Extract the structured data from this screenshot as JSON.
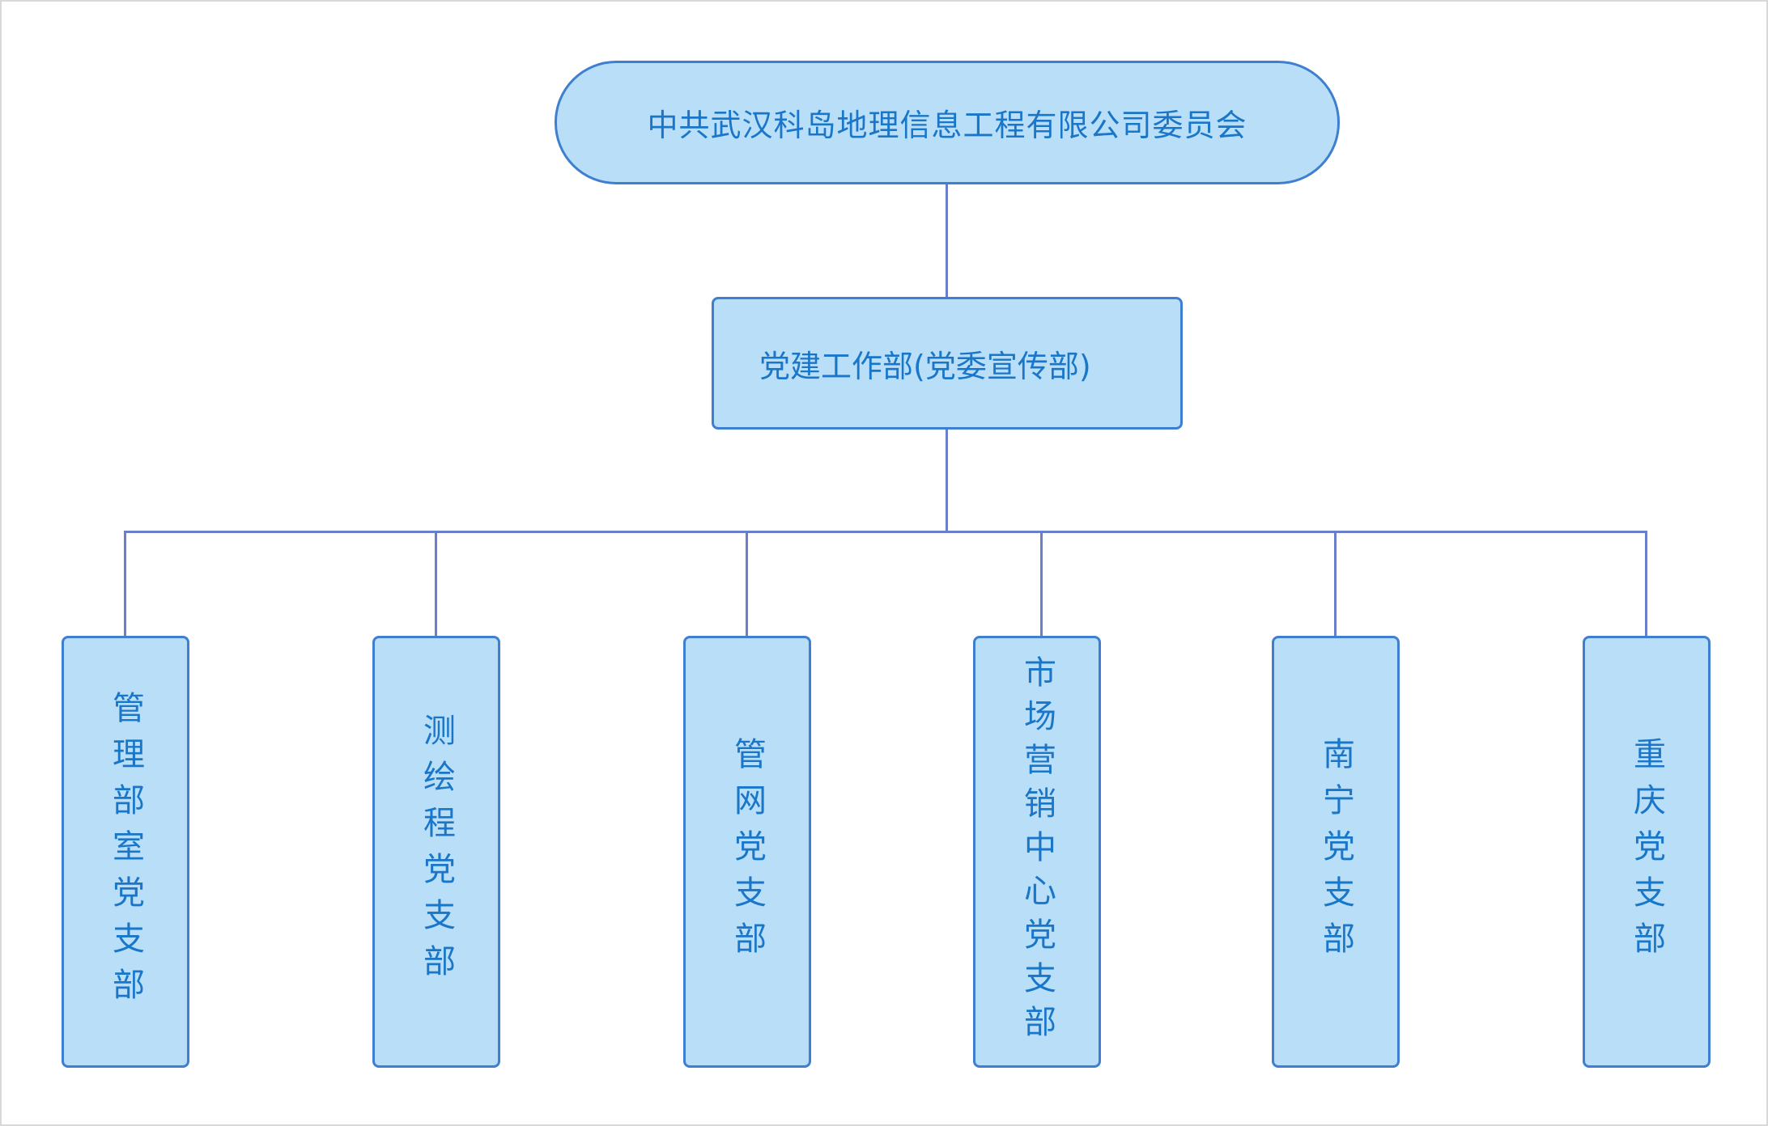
{
  "root": {
    "label": "中共武汉科岛地理信息工程有限公司委员会"
  },
  "department": {
    "label": "党建工作部(党委宣传部)"
  },
  "branches": [
    {
      "label": "管理部室党支部"
    },
    {
      "label": "测绘程党支部"
    },
    {
      "label": "管网党支部"
    },
    {
      "label": "市场营销中心党支部"
    },
    {
      "label": "南宁党支部"
    },
    {
      "label": "重庆党支部"
    }
  ],
  "colors": {
    "node_fill": "#b9def7",
    "node_border": "#3f7fcf",
    "text": "#1976c9",
    "connector": "#6a7fcc"
  }
}
